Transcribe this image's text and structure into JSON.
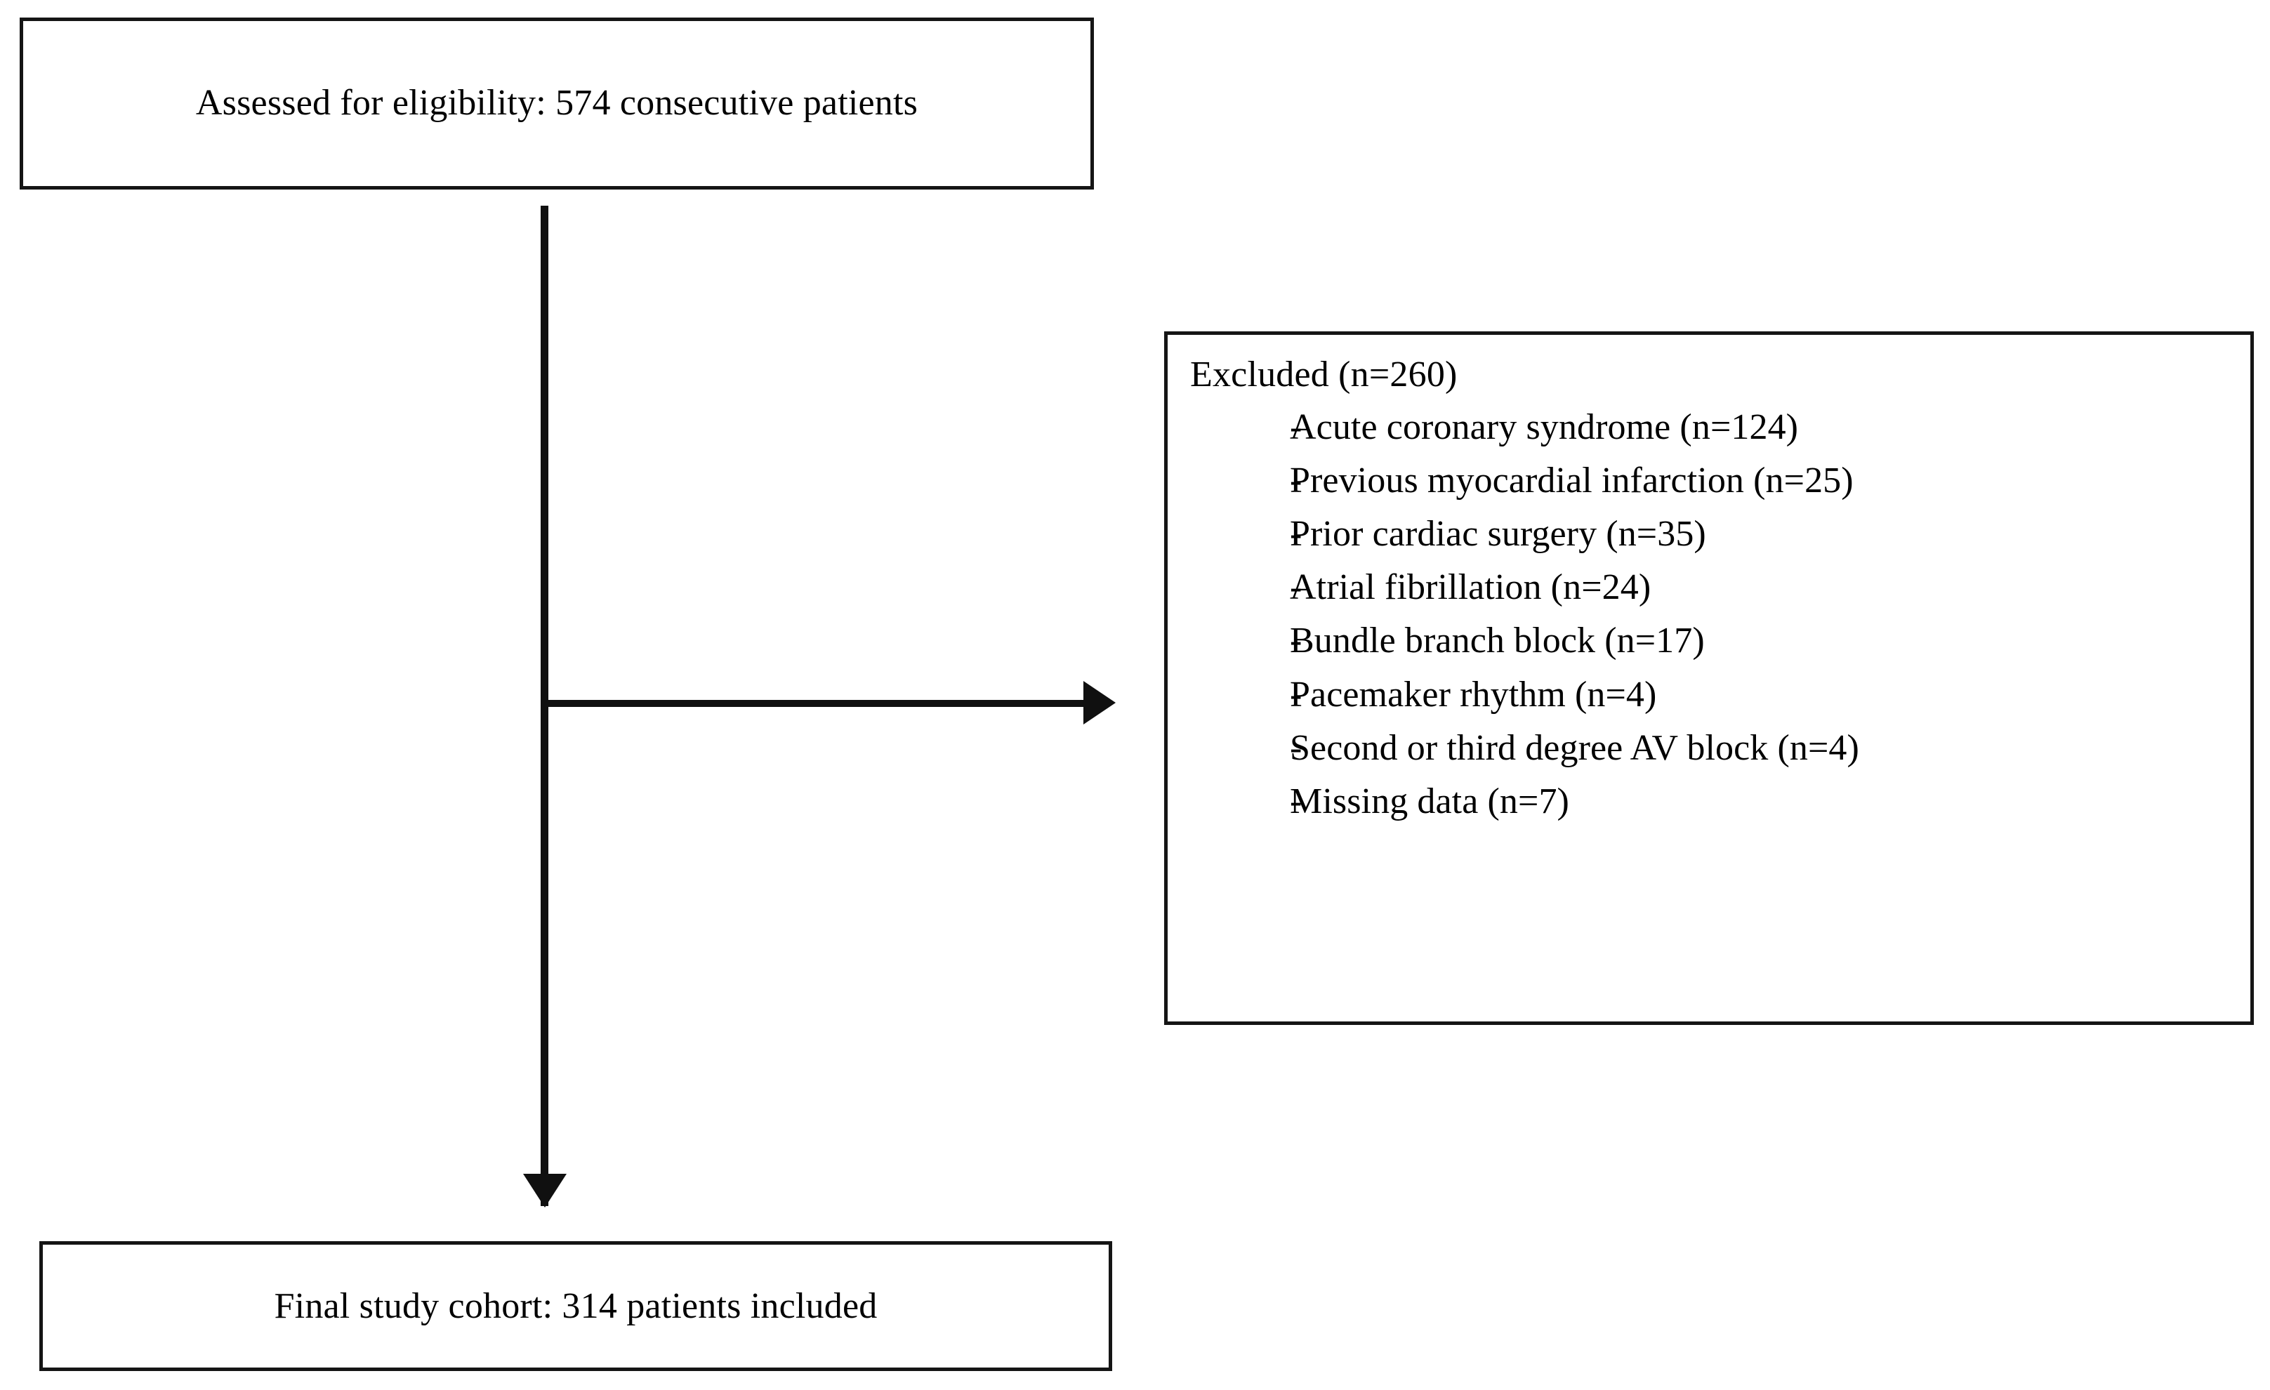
{
  "diagram": {
    "type": "study-flow-diagram",
    "title": "Patient selection flowchart",
    "line_color": "#101010",
    "box_border_color": "#151515",
    "background_color": "#ffffff"
  },
  "assessed_box": {
    "text": "Assessed for eligibility: 574 consecutive patients",
    "count": 574
  },
  "excluded_box": {
    "title": "Excluded (n=260)",
    "total": 260,
    "items": [
      {
        "label": "Acute coronary syndrome (n=124)",
        "reason": "Acute coronary syndrome",
        "n": 124
      },
      {
        "label": "Previous myocardial infarction (n=25)",
        "reason": "Previous myocardial infarction",
        "n": 25
      },
      {
        "label": "Prior cardiac surgery (n=35)",
        "reason": "Prior cardiac surgery",
        "n": 35
      },
      {
        "label": "Atrial fibrillation (n=24)",
        "reason": "Atrial fibrillation",
        "n": 24
      },
      {
        "label": "Bundle branch block (n=17)",
        "reason": "Bundle branch block",
        "n": 17
      },
      {
        "label": "Pacemaker rhythm (n=4)",
        "reason": "Pacemaker rhythm",
        "n": 4
      },
      {
        "label": "Second or third degree AV block (n=4)",
        "reason": "Second or third degree AV block",
        "n": 4
      },
      {
        "label": "Missing data (n=7)",
        "reason": "Missing data",
        "n": 7
      }
    ],
    "bullet_glyph": "-"
  },
  "final_box": {
    "text": "Final study cohort: 314 patients included",
    "count": 314
  },
  "connectors": {
    "vertical_label": "flow from assessed to final cohort",
    "horizontal_label": "flow from assessed to excluded"
  }
}
